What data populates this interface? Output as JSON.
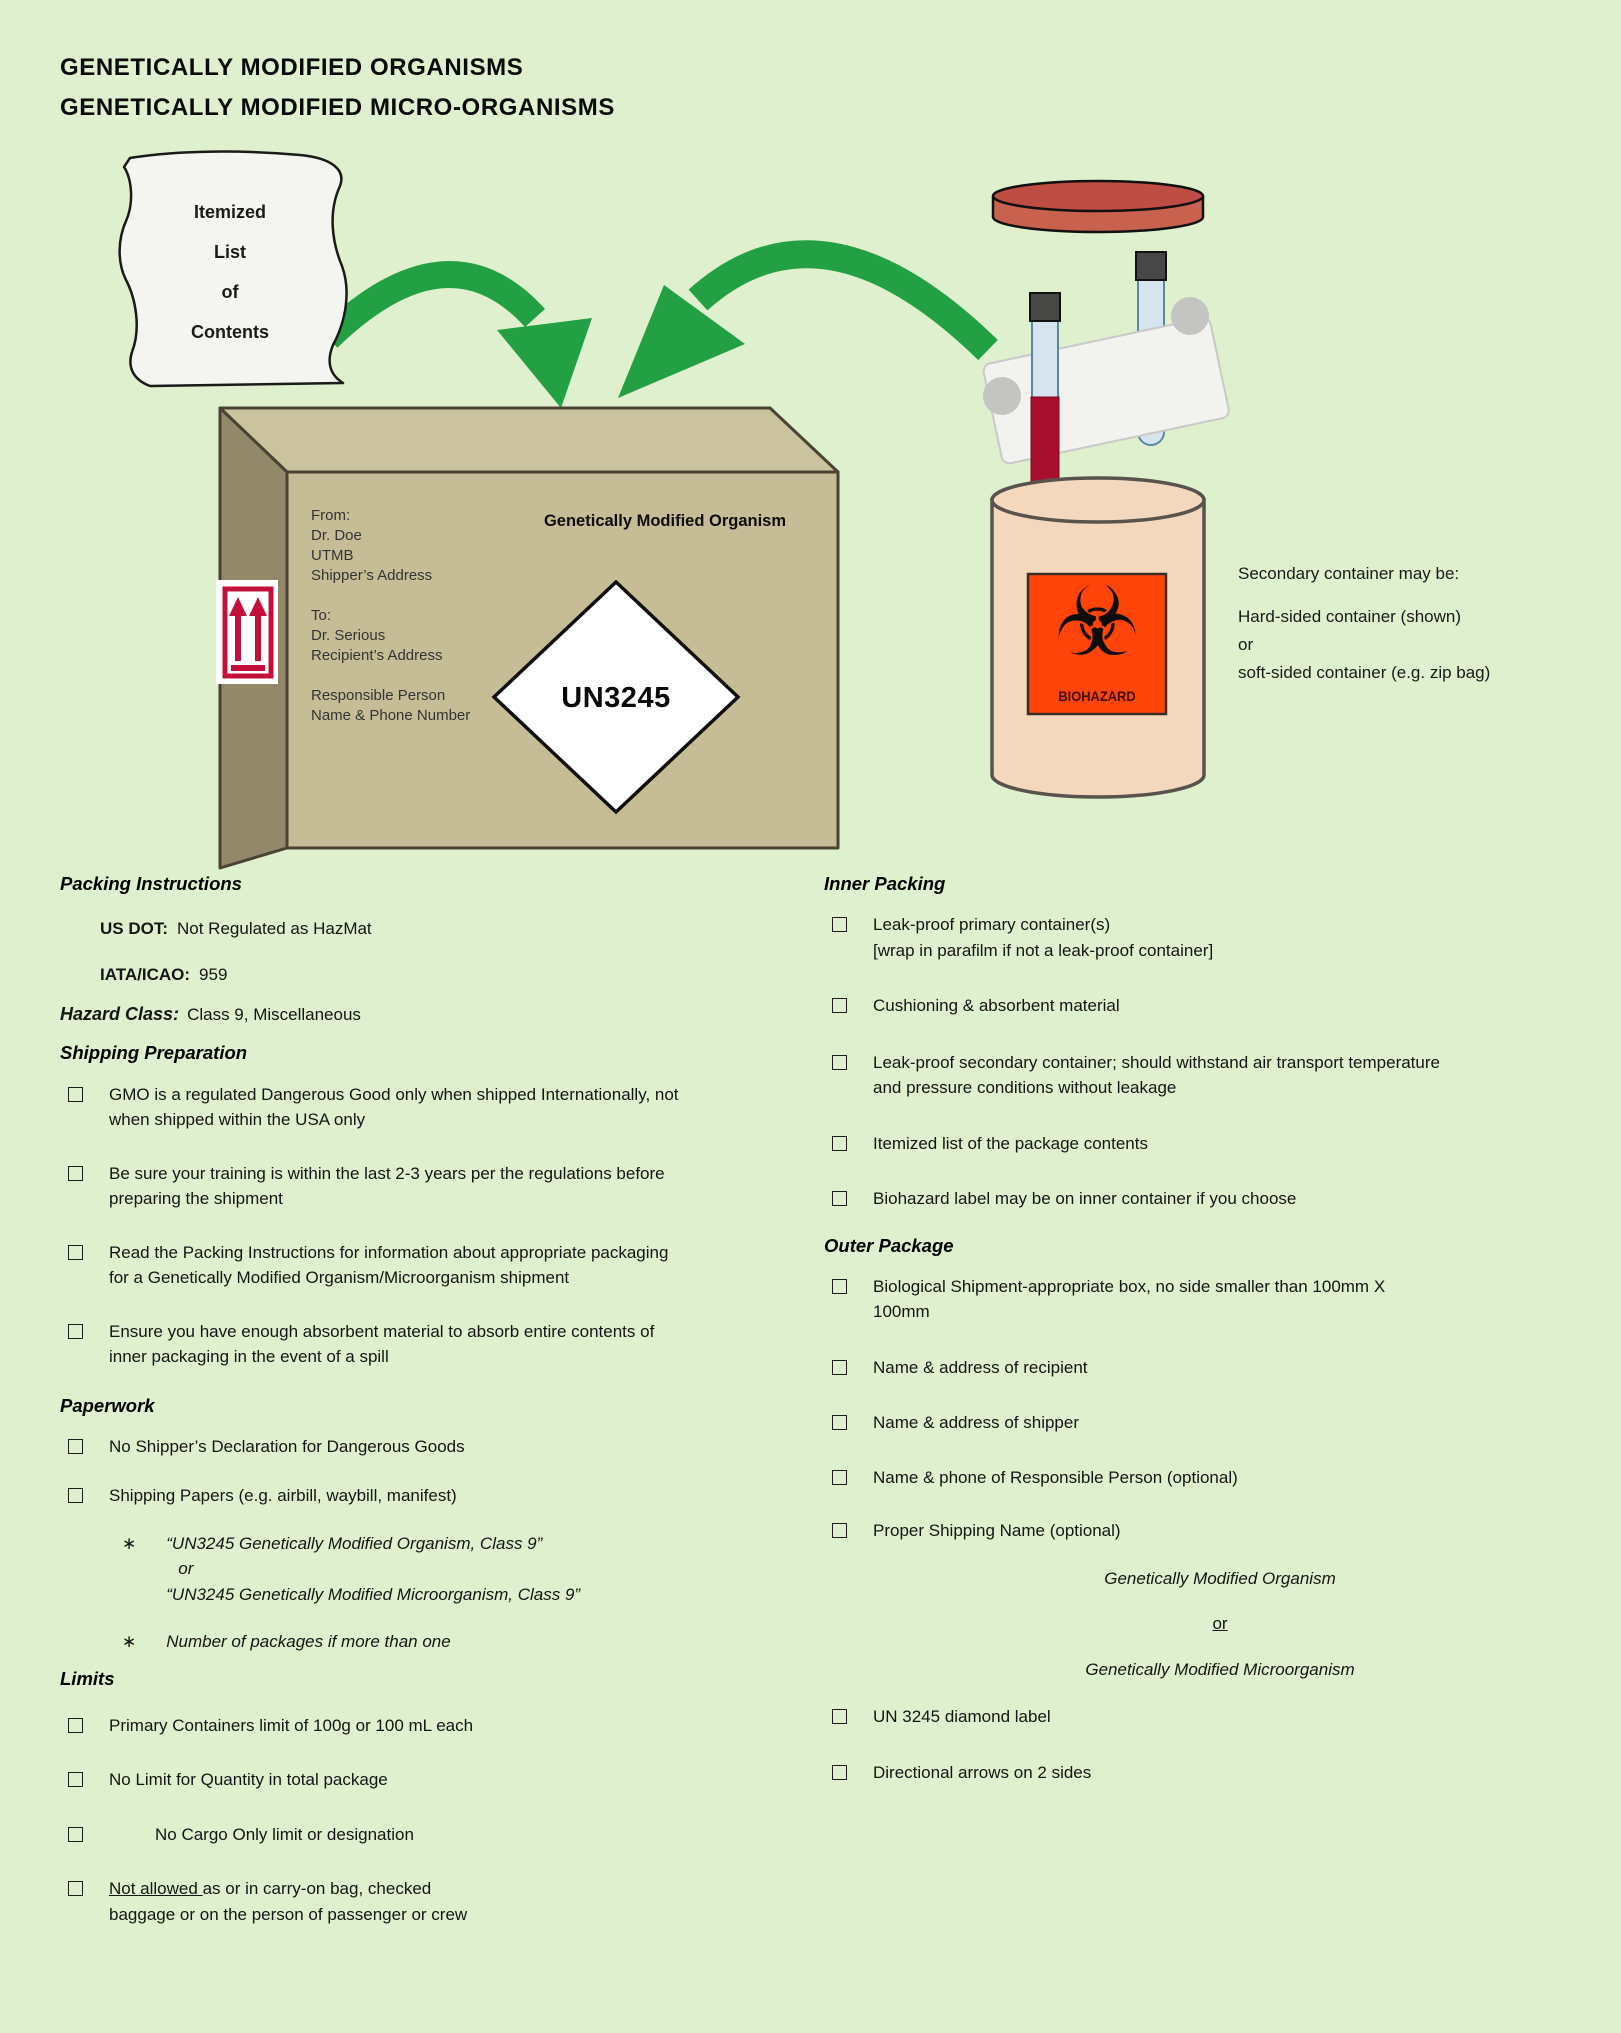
{
  "colors": {
    "background": "#def0cd",
    "arrow_green": "#22a043",
    "box_front": "#c6bd97",
    "box_top": "#cbc29e",
    "box_side": "#93896a",
    "label_crimson": "#c2103a",
    "biohazard_orange": "#fe4409",
    "container_tan": "#f3d8bd",
    "lid_red": "#c8614e"
  },
  "title": {
    "line1": "GENETICALLY MODIFIED ORGANISMS",
    "line2": "GENETICALLY MODIFIED MICRO-ORGANISMS"
  },
  "illustration": {
    "itemized_scroll": {
      "l1": "Itemized",
      "l2": "List",
      "l3": "of",
      "l4": "Contents"
    },
    "box": {
      "heading": "Genetically Modified Organism",
      "address": {
        "from_label": "From:",
        "from1": "Dr. Doe",
        "from2": "UTMB",
        "from3": "Shipper’s Address",
        "to_label": "To:",
        "to1": "Dr. Serious",
        "to2": "Recipient’s Address",
        "resp1": "Responsible  Person",
        "resp2": "Name & Phone Number"
      },
      "un_diamond": "UN3245"
    },
    "secondary_container": {
      "biohazard_symbol": "☣",
      "biohazard_label": "BIOHAZARD",
      "note1": "Secondary container may be:",
      "note2": "Hard-sided container (shown)",
      "note3": "or",
      "note4": "soft-sided container  (e.g. zip bag)"
    }
  },
  "left_column": {
    "packing_instructions": {
      "heading": "Packing Instructions",
      "usdot_label": "US DOT:",
      "usdot_value": "Not Regulated as HazMat",
      "iata_label": "IATA/ICAO:",
      "iata_value": "959"
    },
    "hazard_class": {
      "label": "Hazard Class:",
      "value": "Class 9, Miscellaneous"
    },
    "shipping_preparation": {
      "heading": "Shipping Preparation",
      "items": [
        {
          "l1": "GMO is a regulated Dangerous Good only when shipped Internationally, not",
          "l2": "when shipped within the USA only"
        },
        {
          "l1": "Be sure your training is within the last 2-3 years per the regulations before",
          "l2": "preparing the shipment"
        },
        {
          "l1": "Read the Packing Instructions for information about appropriate packaging",
          "l2": "for a Genetically Modified Organism/Microorganism shipment"
        },
        {
          "l1": "Ensure you have enough absorbent material to absorb entire contents of",
          "l2": "inner packaging in the event of a spill"
        }
      ]
    },
    "paperwork": {
      "heading": "Paperwork",
      "item1": "No Shipper’s Declaration for Dangerous Goods",
      "item2": "Shipping Papers (e.g. airbill, waybill, manifest)",
      "sub_bullet": "∗",
      "sub1_q1": "“UN3245 Genetically Modified Organism, Class 9”",
      "sub1_or": "or",
      "sub1_q2": "“UN3245 Genetically Modified Microorganism, Class 9”",
      "sub2": "Number of packages if more than one"
    },
    "limits": {
      "heading": "Limits",
      "item1": "Primary Containers limit of 100g or 100 mL each",
      "item2": "No Limit for Quantity in total package",
      "item3": "No Cargo Only limit or designation",
      "item4_underlined": "Not allowed ",
      "item4_rest": "as or in carry-on bag, checked",
      "item4_line2": "baggage or on the person of passenger or crew"
    }
  },
  "right_column": {
    "inner_packing": {
      "heading": "Inner Packing",
      "item1_l1": "Leak-proof primary container(s)",
      "item1_l2": "[wrap in parafilm if not a leak-proof container]",
      "item2": "Cushioning & absorbent material",
      "item3_l1": "Leak-proof secondary container; should withstand air transport temperature",
      "item3_l2": "and pressure conditions without leakage",
      "item4": "Itemized list of the package contents",
      "item5": "Biohazard label may be on inner container if you choose"
    },
    "outer_package": {
      "heading": "Outer Package",
      "item1_l1": "Biological Shipment-appropriate box, no side smaller than 100mm X",
      "item1_l2": "100mm",
      "item2": "Name & address of recipient",
      "item3": "Name & address of shipper",
      "item4": "Name & phone of Responsible Person (optional)",
      "item5": "Proper Shipping Name (optional)",
      "center1": "Genetically Modified Organism",
      "center_or": "or",
      "center2": "Genetically Modified Microorganism",
      "item6": "UN 3245 diamond label",
      "item7": "Directional arrows on 2 sides"
    }
  }
}
